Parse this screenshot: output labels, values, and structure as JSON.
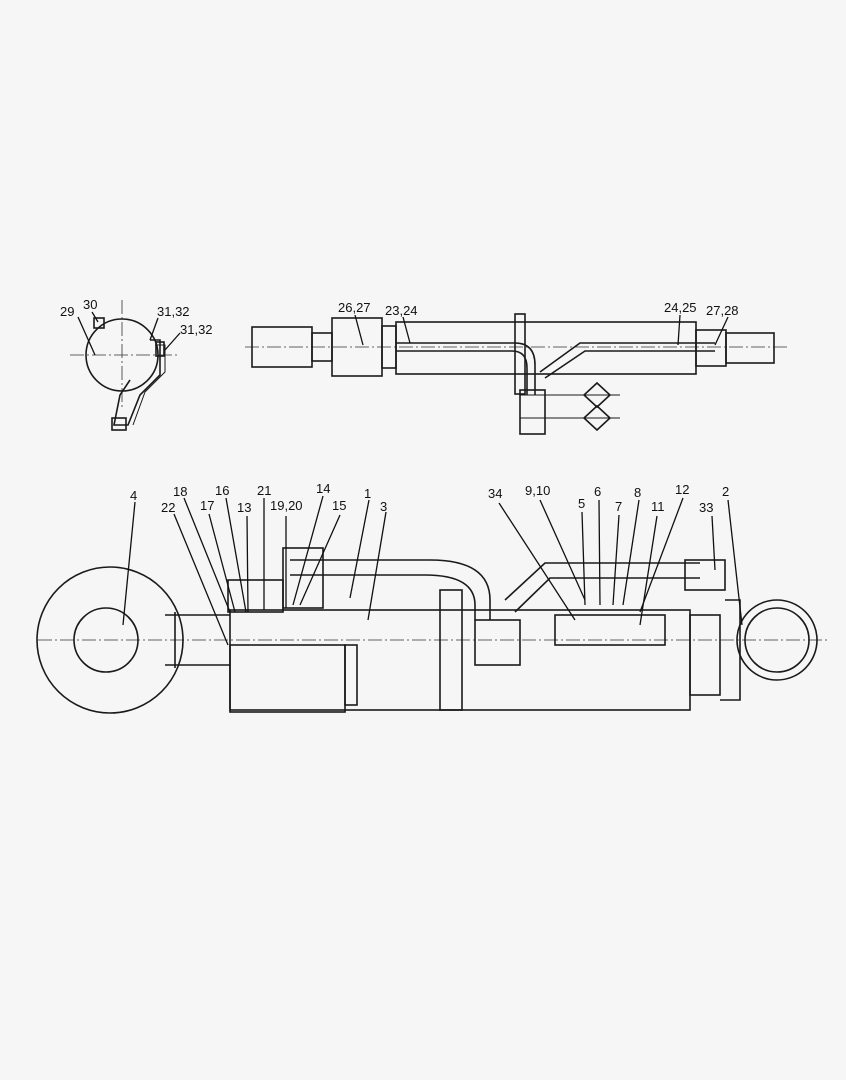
{
  "end_view": {
    "callouts": [
      "29",
      "30",
      "31,32",
      "31,32"
    ]
  },
  "top_view": {
    "callouts": [
      "26,27",
      "23,24",
      "24,25",
      "27,28"
    ]
  },
  "side_view": {
    "callouts": [
      "4",
      "22",
      "18",
      "17",
      "16",
      "13",
      "21",
      "19,20",
      "14",
      "15",
      "1",
      "3",
      "34",
      "9,10",
      "5",
      "6",
      "7",
      "8",
      "11",
      "12",
      "33",
      "2"
    ]
  }
}
